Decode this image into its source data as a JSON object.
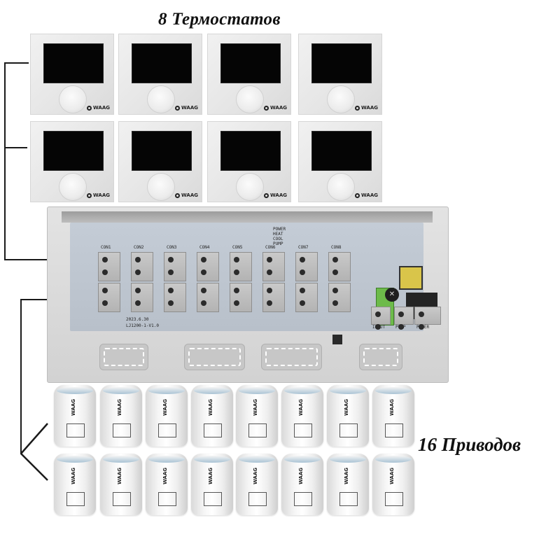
{
  "headings": {
    "thermostats": "8 Термостатов",
    "actuators": "16 Приводов"
  },
  "thermostats": {
    "count": 8,
    "brand": "WAAG",
    "items": [
      {
        "brand": "WAAG"
      },
      {
        "brand": "WAAG"
      },
      {
        "brand": "WAAG"
      },
      {
        "brand": "WAAG"
      },
      {
        "brand": "WAAG"
      },
      {
        "brand": "WAAG"
      },
      {
        "brand": "WAAG"
      },
      {
        "brand": "WAAG"
      }
    ]
  },
  "controller": {
    "zones": [
      "CON1",
      "CON2",
      "CON3",
      "CON4",
      "CON5",
      "CON6",
      "CON7",
      "CON8"
    ],
    "pcb_text": [
      "2023.6.30",
      "LJ1200-1-V1.0"
    ],
    "power_labels": [
      "POWER",
      "HEAT",
      "COOL",
      "PUMP"
    ],
    "output_labels": [
      "INPUT",
      "PUMP",
      "POWER"
    ]
  },
  "actuators": {
    "count": 16,
    "brand": "WAAG"
  },
  "colors": {
    "wire": "#1a1a1a",
    "housing": "#d8d8d8",
    "pcb": "#c0c8d2",
    "screen": "#050505"
  }
}
